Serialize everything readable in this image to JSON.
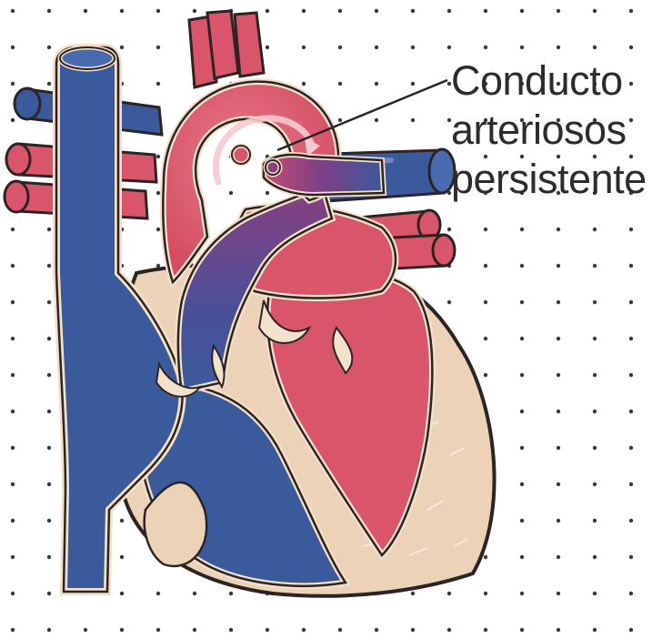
{
  "diagram": {
    "label_lines": [
      "Conducto",
      "arteriosos",
      "persistente"
    ],
    "colors": {
      "background": "#ffffff",
      "dots": "#3a3a3a",
      "deoxygenated_blood": "#3b5a9c",
      "oxygenated_blood": "#d9566a",
      "mixed_blood": "#7a3f86",
      "myocardium": "#ecd2b6",
      "outline": "#2b2324",
      "vessel_edge": "#f4e1c9",
      "label_text": "#2f2b2c"
    }
  }
}
